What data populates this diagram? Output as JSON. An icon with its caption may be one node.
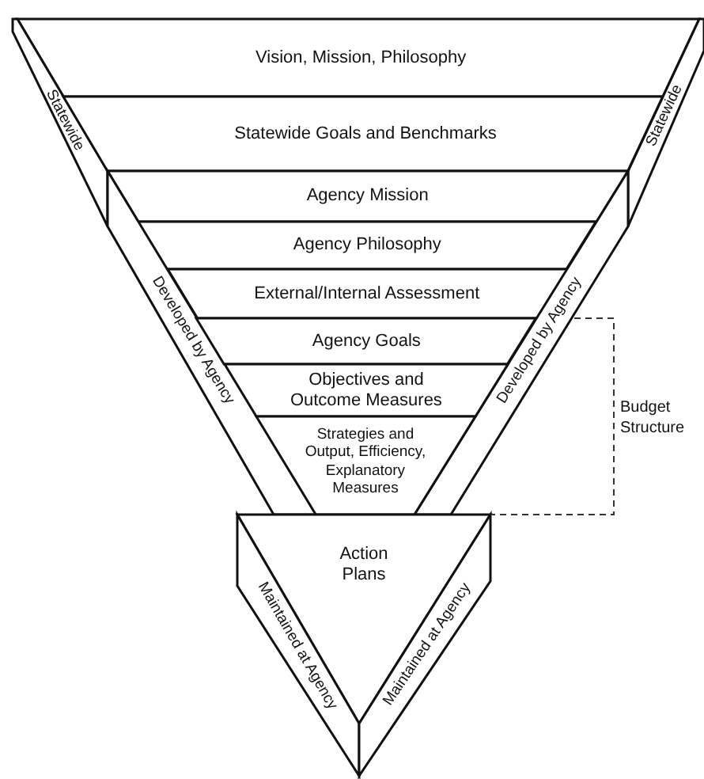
{
  "diagram": {
    "nodes": [
      {
        "text": [
          "Vision, Mission, Philosophy"
        ]
      },
      {
        "text": [
          "Statewide"
        ]
      },
      {
        "text": [
          "Statewide"
        ]
      },
      {
        "text": [
          "Statewide Goals and Benchmarks"
        ]
      },
      {
        "text": [
          "Agency Mission"
        ]
      },
      {
        "text": [
          "Agency Philosophy"
        ]
      },
      {
        "text": [
          "External/Internal Assessment"
        ]
      },
      {
        "text": [
          "Developed by Agency"
        ]
      },
      {
        "text": [
          "Developed by Agency"
        ]
      },
      {
        "text": [
          "Agency Goals"
        ]
      },
      {
        "text": [
          "Objectives and Outcome Measures"
        ]
      },
      {
        "text": [
          "Strategies and Output, Efficiency, Explanatory Measures"
        ]
      },
      {
        "text": [
          "Action Plans"
        ]
      },
      {
        "text": [
          "Maintained at Agency"
        ]
      },
      {
        "text": [
          "Maintained at Agency"
        ]
      }
    ],
    "labels": [
      "Budget Structure"
    ]
  }
}
